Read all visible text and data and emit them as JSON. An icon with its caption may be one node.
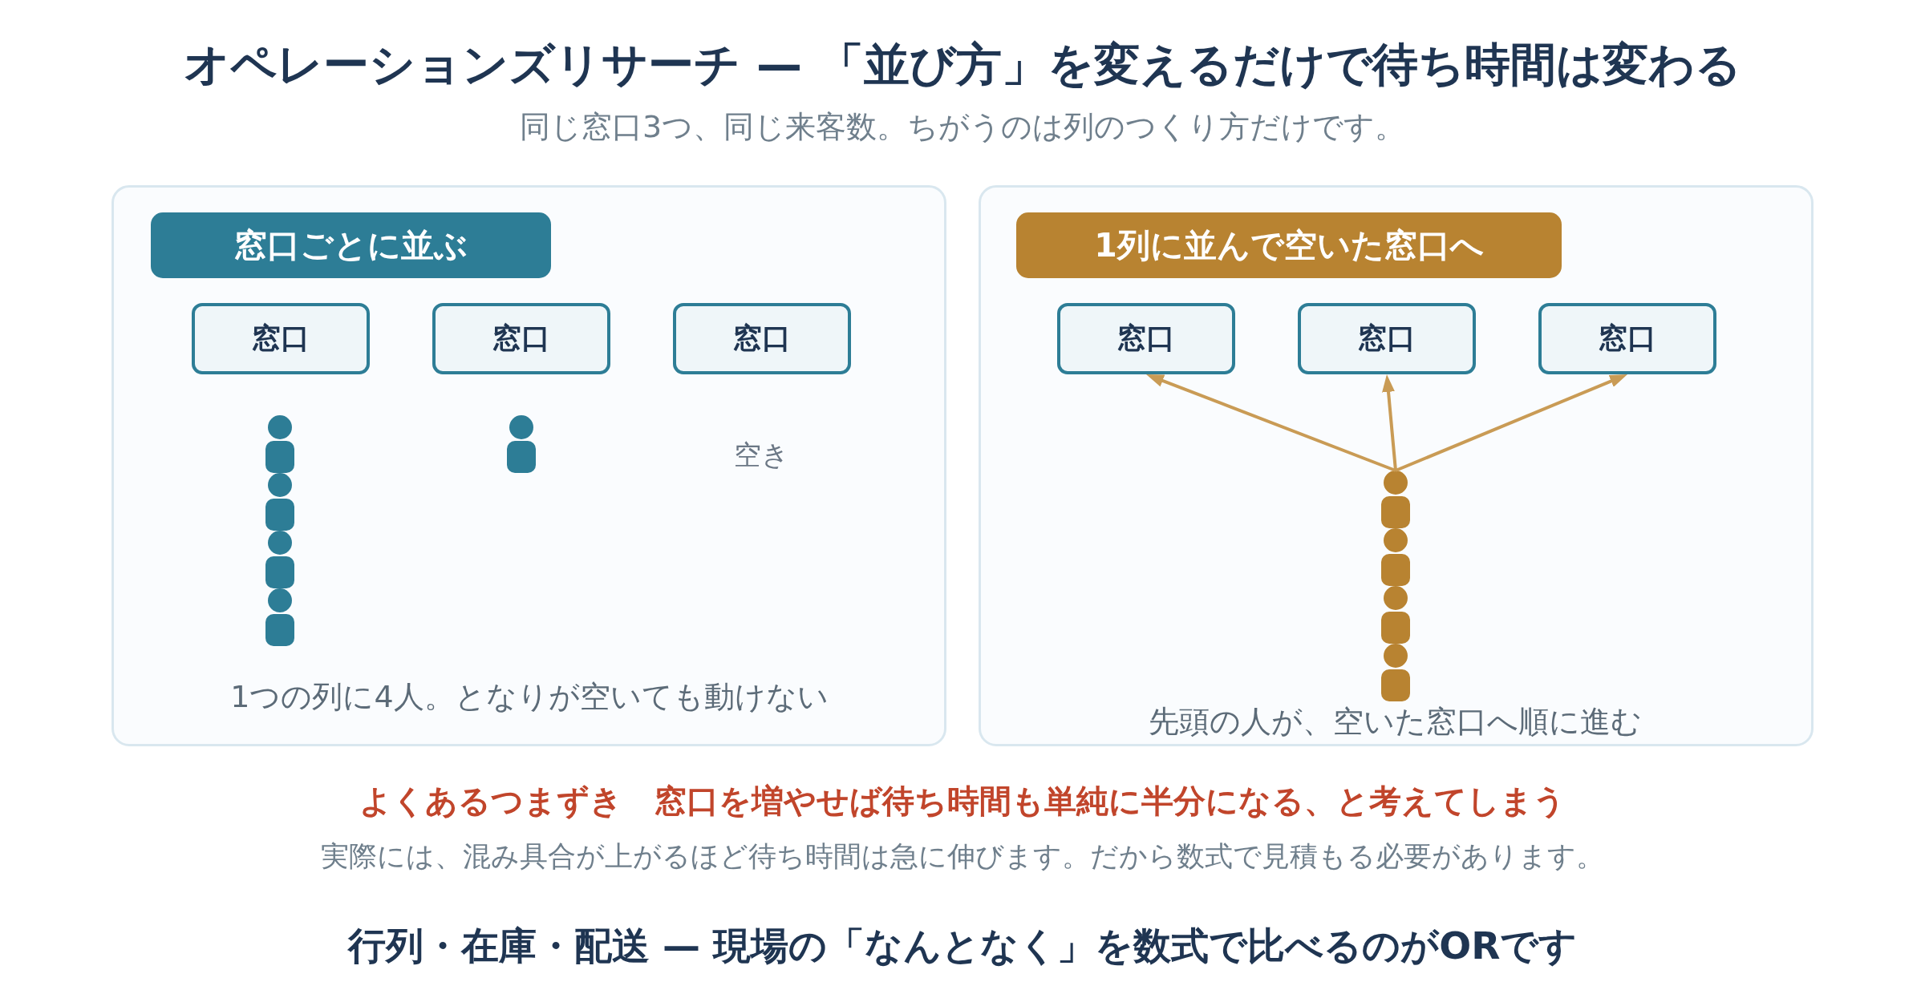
{
  "diagram": {
    "title": "オペレーションズリサーチ — 「並び方」を変えるだけで待ち時間は変わる",
    "caption": "行列・在庫・配送 — 現場の「なんとなく」を数式で比べるのがORです",
    "nodes": [
      {
        "text": [
          "1つの列に4人。となりが空いても動けない"
        ]
      },
      {
        "text": [
          "窓口ごとに並ぶ"
        ],
        "in": 0
      },
      {
        "text": [
          "窓口"
        ],
        "in": 0
      },
      {
        "text": [
          "窓口"
        ],
        "in": 0
      },
      {
        "text": [
          "窓口"
        ],
        "in": 0
      },
      {
        "text": [
          "先頭の人が、空いた窓口へ順に進む"
        ]
      },
      {
        "text": [
          "1列に並んで空いた窓口へ"
        ],
        "in": 5
      },
      {
        "text": [
          "窓口"
        ],
        "in": 5
      },
      {
        "text": [
          "窓口"
        ],
        "in": 5
      },
      {
        "text": [
          "窓口"
        ],
        "in": 5
      },
      {
        "text": [],
        "shape": "person",
        "in": 5
      }
    ],
    "edges": [
      {
        "from": 10,
        "to": 7,
        "arrow": "to"
      },
      {
        "from": 10,
        "to": 8,
        "arrow": "to"
      },
      {
        "from": 10,
        "to": 9,
        "arrow": "to"
      }
    ],
    "labels": [
      "同じ窓口3つ、同じ来客数。ちがうのは列のつくり方だけです。",
      "空き",
      "よくあるつまずき　窓口を増やせば待ち時間も単純に半分になる、と考えてしまう",
      "実際には、混み具合が上がるほど待ち時間は急に伸びます。だから数式で見積もる必要があります。"
    ]
  }
}
